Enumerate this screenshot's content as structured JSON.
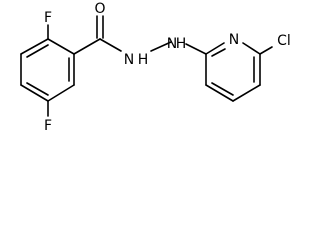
{
  "molecule": {
    "atoms": {
      "fluorine_top": "F",
      "oxygen": "O",
      "nh_left": "N",
      "nh_left_h": "H",
      "nh_right": "N",
      "nh_right_h": "H",
      "pyridine_n": "N",
      "chlorine": "Cl",
      "fluorine_bottom": "F"
    }
  }
}
